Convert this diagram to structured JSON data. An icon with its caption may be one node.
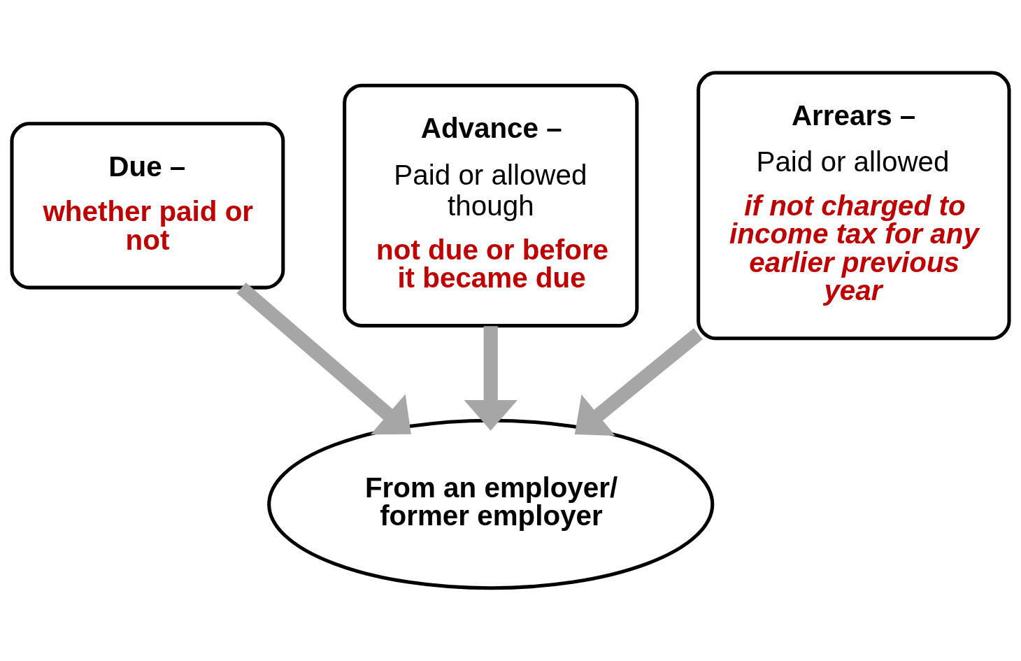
{
  "diagram": {
    "nodes": [
      {
        "text": [
          "Due –",
          "whether paid or not"
        ]
      },
      {
        "text": [
          "Advance –",
          "Paid or allowed though",
          "not due or before it became due"
        ]
      },
      {
        "text": [
          "Arrears –",
          "Paid or allowed",
          "if not charged to income tax for any earlier previous year"
        ]
      },
      {
        "text": [
          "From an employer/ former employer"
        ]
      }
    ],
    "edges": [
      {
        "from": 0,
        "to": 3,
        "arrow": "to"
      },
      {
        "from": 1,
        "to": 3,
        "arrow": "to"
      },
      {
        "from": 2,
        "to": 3,
        "arrow": "to"
      }
    ]
  }
}
